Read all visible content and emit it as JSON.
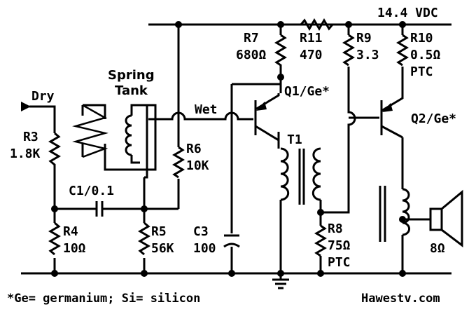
{
  "supply": {
    "label": "14.4 VDC"
  },
  "input": {
    "label": "Dry"
  },
  "spring_tank": {
    "line1": "Spring",
    "line2": "Tank"
  },
  "wet_label": "Wet",
  "components": {
    "R3": {
      "name": "R3",
      "value": "1.8K"
    },
    "R4": {
      "name": "R4",
      "value": "10Ω"
    },
    "R5": {
      "name": "R5",
      "value": "56K"
    },
    "R6": {
      "name": "R6",
      "value": "10K"
    },
    "R7": {
      "name": "R7",
      "value": "680Ω"
    },
    "R8": {
      "name": "R8",
      "value": "75Ω",
      "note": "PTC"
    },
    "R9": {
      "name": "R9",
      "value": "3.3"
    },
    "R10": {
      "name": "R10",
      "value": "0.5Ω",
      "note": "PTC"
    },
    "R11": {
      "name": "R11",
      "value": "470"
    },
    "C1": {
      "label": "C1/0.1"
    },
    "C3": {
      "name": "C3",
      "value": "100"
    },
    "Q1": {
      "label": "Q1/Ge*"
    },
    "Q2": {
      "label": "Q2/Ge*"
    },
    "T1": {
      "name": "T1"
    },
    "speaker": {
      "value": "8Ω"
    }
  },
  "footnote": "*Ge= germanium; Si= silicon",
  "credit": "Hawestv.com"
}
